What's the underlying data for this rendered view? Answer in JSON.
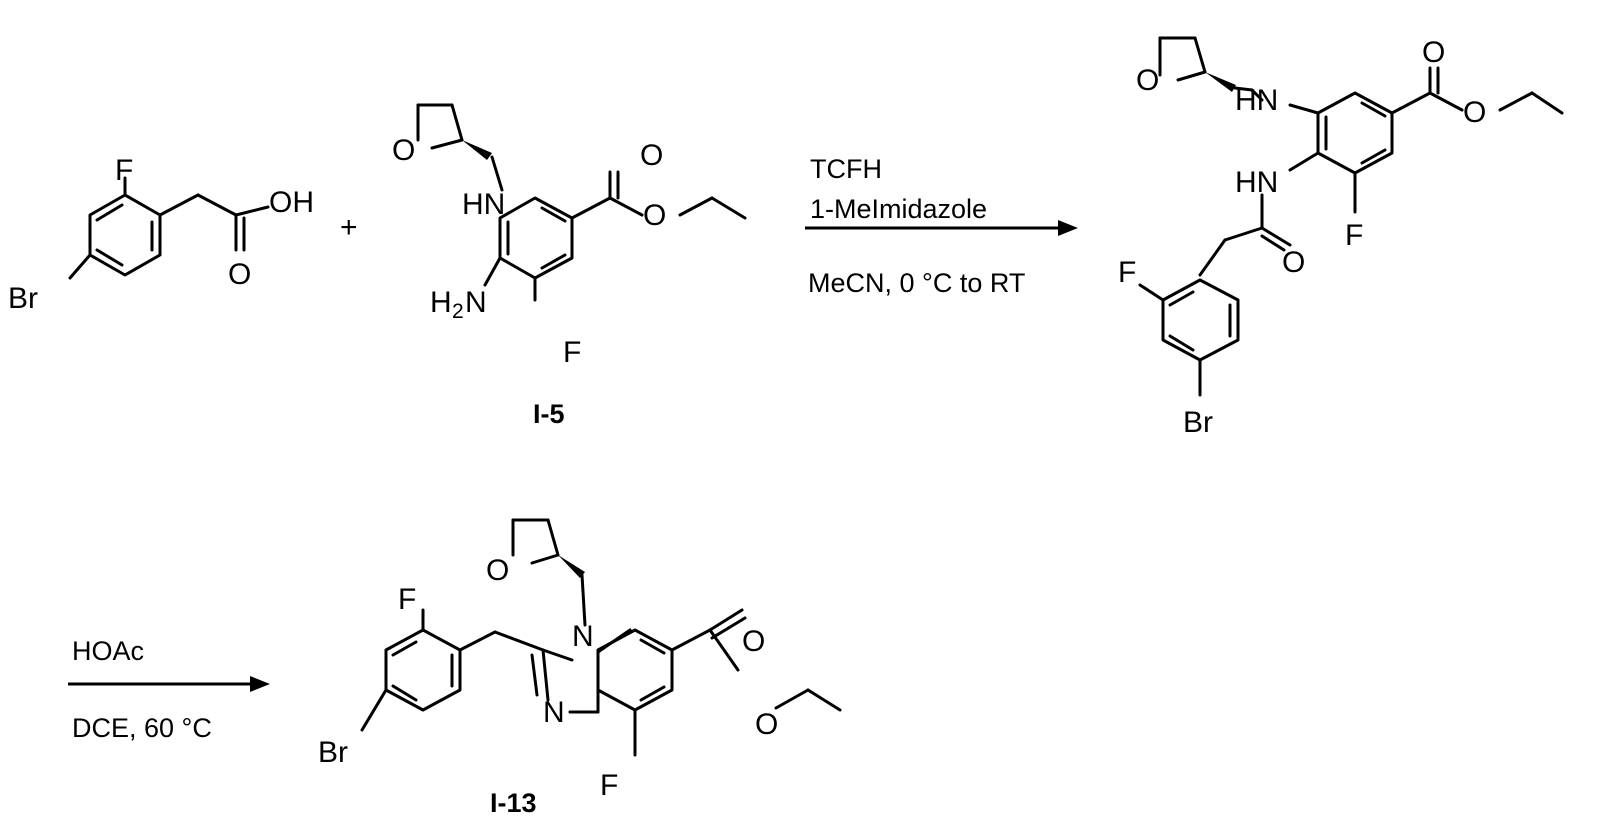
{
  "reaction_scheme": {
    "plus_sign": "+",
    "atoms": {
      "F": "F",
      "Br": "Br",
      "OH": "OH",
      "O": "O",
      "HN": "HN",
      "H": "H",
      "N": "N",
      "two": "2"
    },
    "step1": {
      "reagent_1": "TCFH",
      "reagent_2": "1-MeImidazole",
      "conditions": "MeCN, 0 °C to RT"
    },
    "step2": {
      "reagent": "HOAc",
      "conditions": "DCE, 60 °C"
    },
    "compounds": {
      "amine_label": "I-5",
      "product_label": "I-13"
    }
  }
}
